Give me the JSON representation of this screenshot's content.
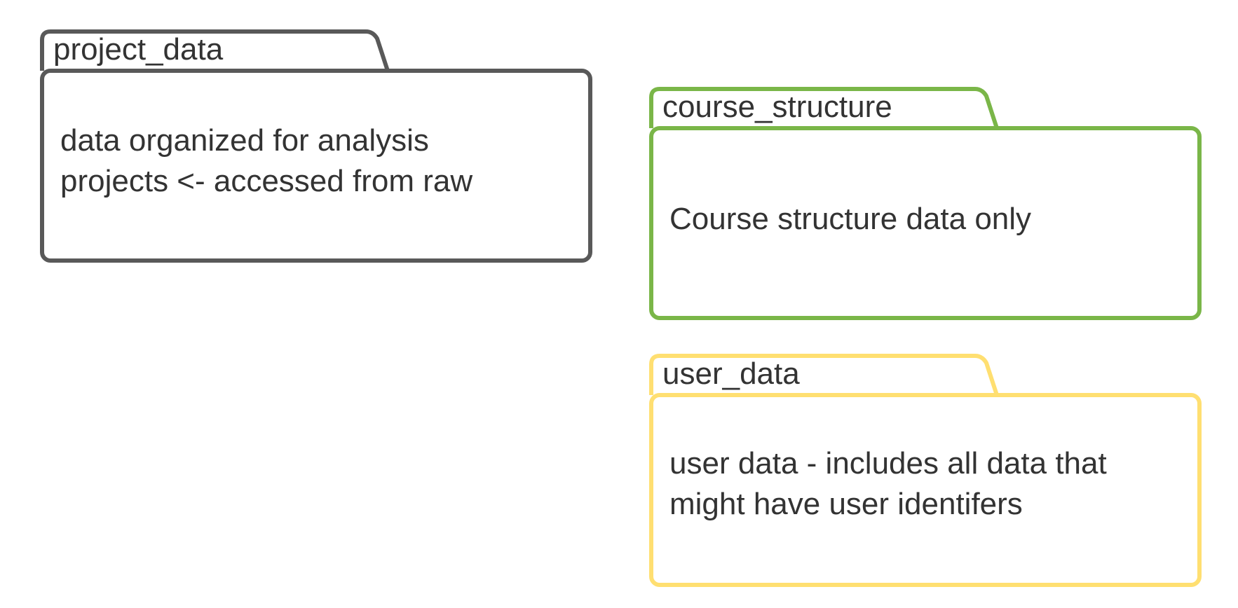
{
  "colors": {
    "text": "#333333",
    "project_data_stroke": "#595959",
    "course_structure_stroke": "#7ab648",
    "user_data_stroke": "#ffdf71",
    "background": "#ffffff"
  },
  "packages": [
    {
      "id": "project_data",
      "name": "project_data",
      "description_lines": [
        "data organized for analysis",
        "projects <- accessed from raw"
      ]
    },
    {
      "id": "course_structure",
      "name": "course_structure",
      "description_lines": [
        "Course structure data only"
      ]
    },
    {
      "id": "user_data",
      "name": "user_data",
      "description_lines": [
        "user data - includes all data that",
        "might have user identifers"
      ]
    }
  ]
}
